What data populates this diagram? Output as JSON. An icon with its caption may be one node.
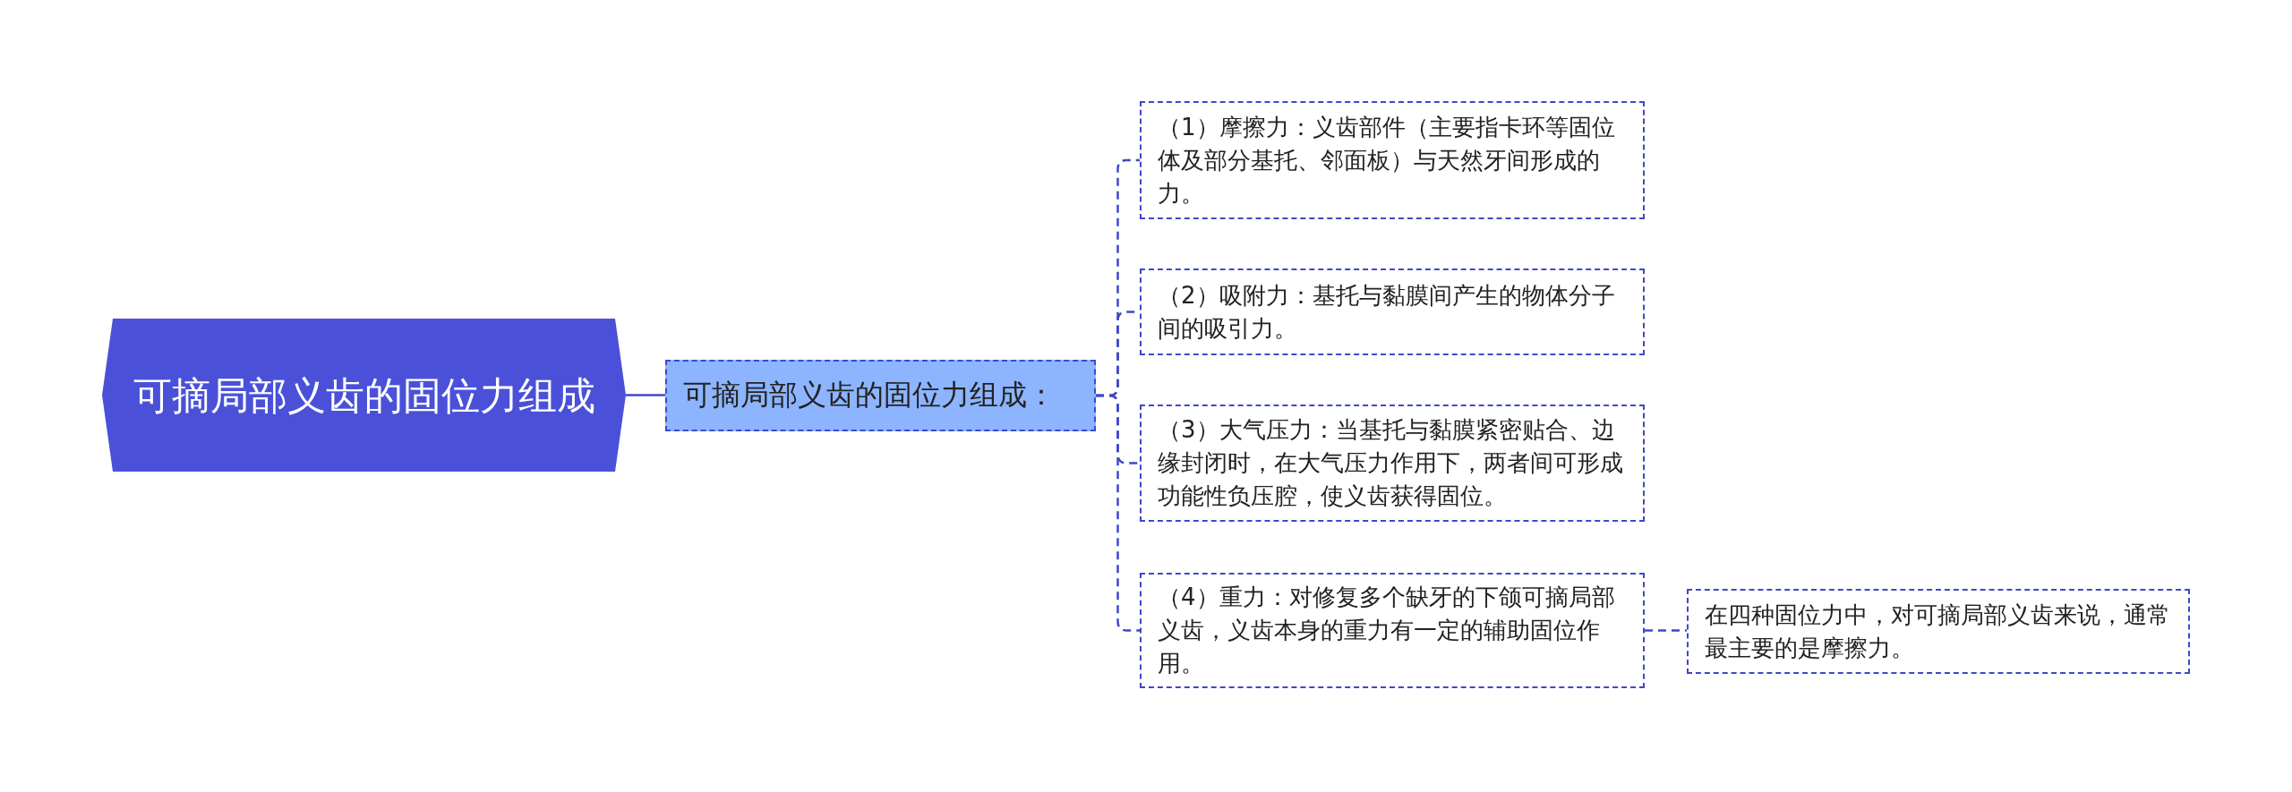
{
  "diagram": {
    "nodes": [
      {
        "text": [
          "可摘局部义齿的固位力组成"
        ]
      },
      {
        "text": [
          "可摘局部义齿的固位力组成："
        ]
      },
      {
        "text": [
          "（1）摩擦力：义齿部件（主要指卡环等固位体及部分基托、邻面板）与天然牙间形成的力。"
        ]
      },
      {
        "text": [
          "（2）吸附力：基托与黏膜间产生的物体分子间的吸引力。"
        ]
      },
      {
        "text": [
          "（3）大气压力：当基托与黏膜紧密贴合、边缘封闭时，在大气压力作用下，两者间可形成功能性负压腔，使义齿获得固位。"
        ]
      },
      {
        "text": [
          "（4）重力：对修复多个缺牙的下颌可摘局部义齿，义齿本身的重力有一定的辅助固位作用。"
        ]
      },
      {
        "text": [
          "在四种固位力中，对可摘局部义齿来说，通常最主要的是摩擦力。"
        ]
      }
    ],
    "edges": [
      {
        "from": 0,
        "to": 1,
        "arrow": "none"
      },
      {
        "from": 1,
        "to": 2,
        "arrow": "none",
        "style": "dashed"
      },
      {
        "from": 1,
        "to": 3,
        "arrow": "none",
        "style": "dashed"
      },
      {
        "from": 1,
        "to": 4,
        "arrow": "none",
        "style": "dashed"
      },
      {
        "from": 1,
        "to": 5,
        "arrow": "none",
        "style": "dashed"
      },
      {
        "from": 5,
        "to": 6,
        "arrow": "none",
        "style": "dashed"
      }
    ]
  }
}
